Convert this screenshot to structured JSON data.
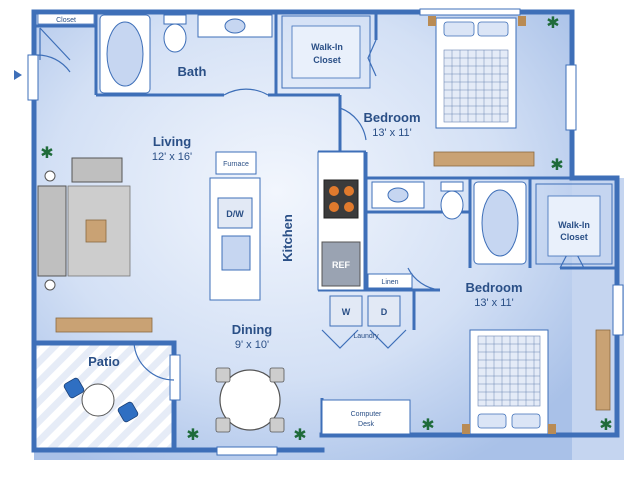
{
  "rooms": {
    "closet": "Closet",
    "bath": "Bath",
    "walkin_1": [
      "Walk-In",
      "Closet"
    ],
    "bedroom_1": {
      "name": "Bedroom",
      "size": "13' x 11'"
    },
    "living": {
      "name": "Living",
      "size": "12' x 16'"
    },
    "kitchen": "Kitchen",
    "bedroom_2": {
      "name": "Bedroom",
      "size": "13' x 11'"
    },
    "walkin_2": [
      "Walk-In",
      "Closet"
    ],
    "linen": "Linen",
    "laundry": "Laundry",
    "dining": {
      "name": "Dining",
      "size": "9' x 10'"
    },
    "patio": "Patio",
    "computer_desk": [
      "Computer",
      "Desk"
    ]
  },
  "appliances": {
    "dishwasher": "D/W",
    "fridge": "REF",
    "washer": "W",
    "dryer": "D",
    "pantry": "Furnace"
  },
  "colors": {
    "wall": "#3e6fb8",
    "floor": "#c9d8f2",
    "label": "#2a4f86",
    "fixture": "#ffffff"
  }
}
